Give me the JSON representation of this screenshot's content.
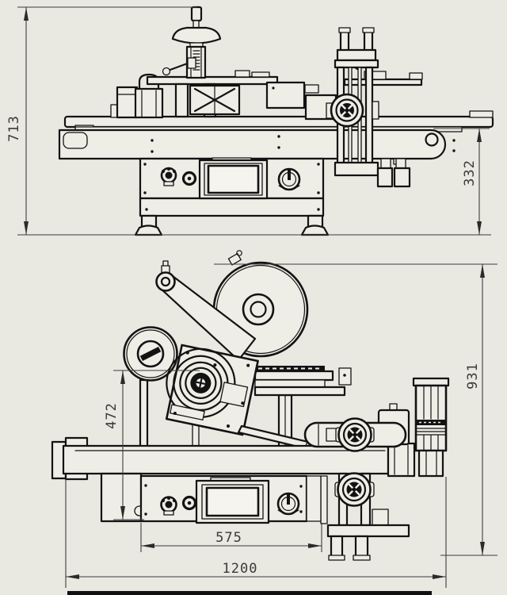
{
  "drawing": {
    "type": "engineering-drawing",
    "views": [
      "side-elevation",
      "front-elevation"
    ],
    "colors": {
      "background": "#e9e8e1",
      "line": "#131313",
      "part_fill": "#eeede6",
      "dimension": "#3d3d3d"
    },
    "dims": {
      "d713": "713",
      "d332": "332",
      "d472": "472",
      "d931": "931",
      "d575": "575",
      "d1200": "1200"
    }
  }
}
